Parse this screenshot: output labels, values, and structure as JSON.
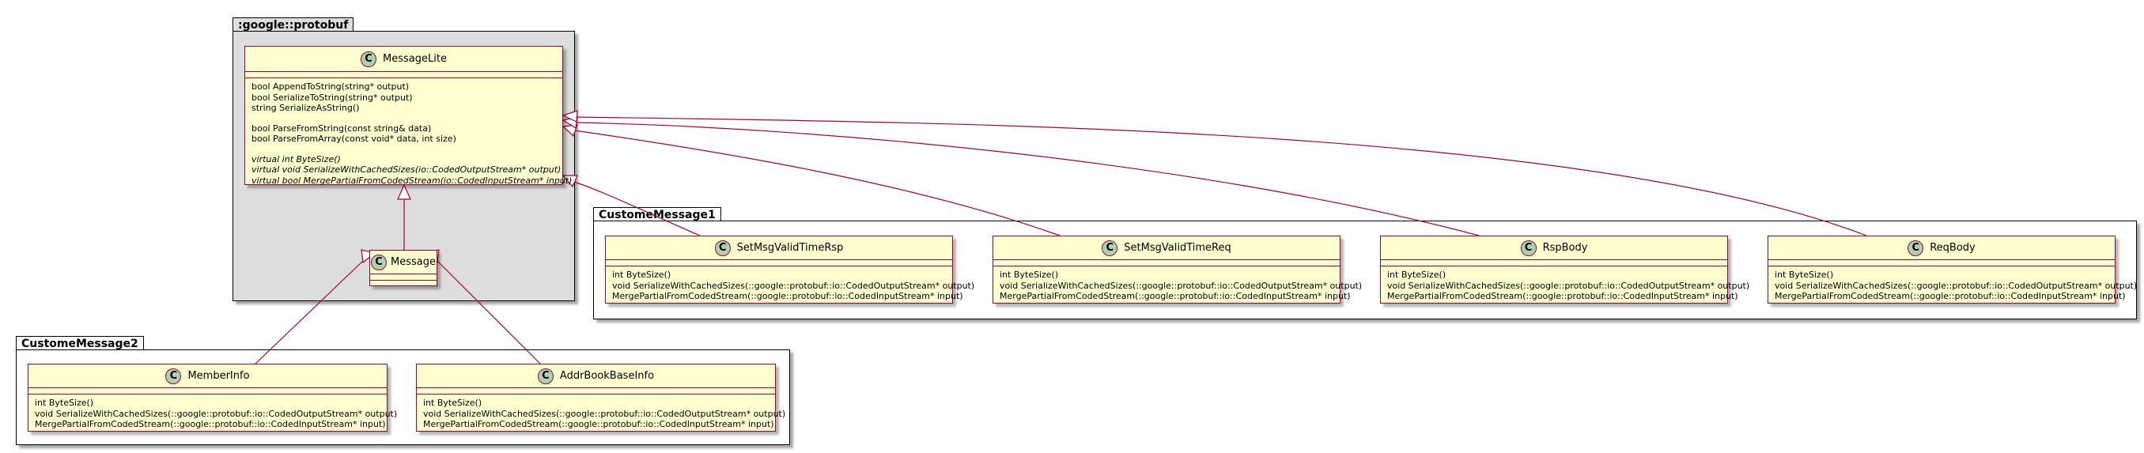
{
  "colors": {
    "class_fill": "#fefece",
    "class_border": "#a80036",
    "class_icon": "#add1b2",
    "package_grey": "#dddddd",
    "line": "#a80036"
  },
  "packages": {
    "protobuf": {
      "name": ":google::protobuf"
    },
    "custome1": {
      "name": "CustomeMessage1"
    },
    "custome2": {
      "name": "CustomeMessage2"
    }
  },
  "classes": {
    "messagelite": {
      "icon_letter": "C",
      "name": "MessageLite",
      "methods": [
        "bool AppendToString(string* output)",
        "bool SerializeToString(string* output)",
        "string SerializeAsString()",
        "bool ParseFromString(const string& data)",
        "bool ParseFromArray(const void* data, int size)",
        "virtual int ByteSize()",
        "virtual void SerializeWithCachedSizes(io::CodedOutputStream* output)",
        "virtual bool MergePartialFromCodedStream(io::CodedInputStream* input)"
      ]
    },
    "message": {
      "icon_letter": "C",
      "name": "Message"
    },
    "setmsgvalidtimersp": {
      "icon_letter": "C",
      "name": "SetMsgValidTimeRsp",
      "methods": [
        "int ByteSize()",
        "void SerializeWithCachedSizes(::google::protobuf::io::CodedOutputStream* output)",
        "MergePartialFromCodedStream(::google::protobuf::io::CodedInputStream* input)"
      ]
    },
    "setmsgvalidtimereq": {
      "icon_letter": "C",
      "name": "SetMsgValidTimeReq",
      "methods": [
        "int ByteSize()",
        "void SerializeWithCachedSizes(::google::protobuf::io::CodedOutputStream* output)",
        "MergePartialFromCodedStream(::google::protobuf::io::CodedInputStream* input)"
      ]
    },
    "rspbody": {
      "icon_letter": "C",
      "name": "RspBody",
      "methods": [
        "int ByteSize()",
        "void SerializeWithCachedSizes(::google::protobuf::io::CodedOutputStream* output)",
        "MergePartialFromCodedStream(::google::protobuf::io::CodedInputStream* input)"
      ]
    },
    "reqbody": {
      "icon_letter": "C",
      "name": "ReqBody",
      "methods": [
        "int ByteSize()",
        "void SerializeWithCachedSizes(::google::protobuf::io::CodedOutputStream* output)",
        "MergePartialFromCodedStream(::google::protobuf::io::CodedInputStream* input)"
      ]
    },
    "memberinfo": {
      "icon_letter": "C",
      "name": "MemberInfo",
      "methods": [
        "int ByteSize()",
        "void SerializeWithCachedSizes(::google::protobuf::io::CodedOutputStream* output)",
        "MergePartialFromCodedStream(::google::protobuf::io::CodedInputStream* input)"
      ]
    },
    "addrbookbaseinfo": {
      "icon_letter": "C",
      "name": "AddrBookBaseInfo",
      "methods": [
        "int ByteSize()",
        "void SerializeWithCachedSizes(::google::protobuf::io::CodedOutputStream* output)",
        "MergePartialFromCodedStream(::google::protobuf::io::CodedInputStream* input)"
      ]
    }
  },
  "relations": [
    {
      "from": "message",
      "to": "messagelite",
      "type": "inheritance"
    },
    {
      "from": "setmsgvalidtimersp",
      "to": "messagelite",
      "type": "inheritance"
    },
    {
      "from": "setmsgvalidtimereq",
      "to": "messagelite",
      "type": "inheritance"
    },
    {
      "from": "rspbody",
      "to": "messagelite",
      "type": "inheritance"
    },
    {
      "from": "reqbody",
      "to": "messagelite",
      "type": "inheritance"
    },
    {
      "from": "memberinfo",
      "to": "message",
      "type": "inheritance"
    },
    {
      "from": "addrbookbaseinfo",
      "to": "message",
      "type": "inheritance"
    }
  ]
}
